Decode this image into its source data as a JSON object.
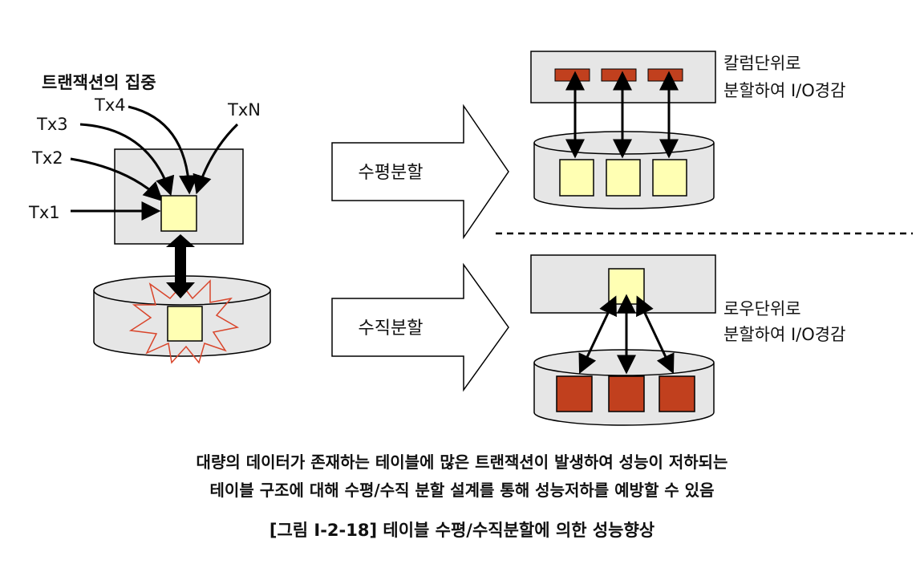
{
  "left_diagram": {
    "title": "트랜잭션의 집중",
    "tx_labels": [
      "Tx1",
      "Tx2",
      "Tx3",
      "Tx4",
      "TxN"
    ]
  },
  "horizontal": {
    "arrow_label": "수평분할",
    "note_line1": "칼럼단위로",
    "note_line2": "분할하여 I/O경감"
  },
  "vertical": {
    "arrow_label": "수직분할",
    "note_line1": "로우단위로",
    "note_line2": "분할하여 I/O경감"
  },
  "caption": {
    "line1": "대량의 데이터가 존재하는 테이블에 많은 트랜잭션이 발생하여 성능이 저하되는",
    "line2": "테이블 구조에 대해 수평/수직 분할 설계를 통해 성능저하를 예방할 수 있음"
  },
  "figure_title": "[그림 Ⅰ-2-18] 테이블 수평/수직분할에 의한 성능향상",
  "colors": {
    "box_fill": "#e6e6e6",
    "cell_yellow": "#ffffb3",
    "cell_red": "#c1401e",
    "burst": "#d9452b"
  }
}
